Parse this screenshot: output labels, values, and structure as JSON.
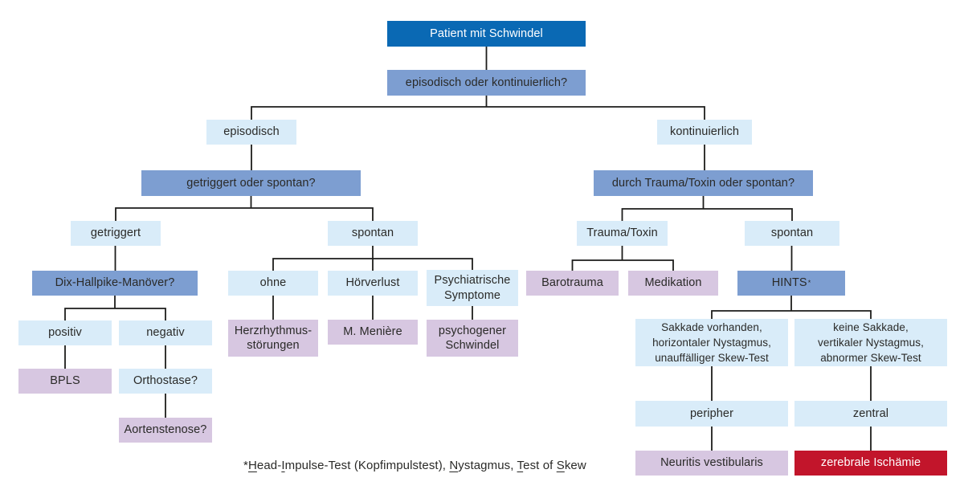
{
  "colors": {
    "start": "#0a69b4",
    "question": "#7d9ed1",
    "option": "#d9ecf9",
    "diagnosis": "#d7c7e1",
    "danger": "#c2152b",
    "line": "#1d1d1b",
    "ink": "#2a2a28"
  },
  "nodes": {
    "patient": {
      "label": "Patient mit Schwindel"
    },
    "q_verlauf": {
      "label": "episodisch oder kontinuierlich?"
    },
    "episodisch": {
      "label": "episodisch"
    },
    "kontinuierlich": {
      "label": "kontinuierlich"
    },
    "q_trigger": {
      "label": "getriggert oder spontan?"
    },
    "q_trauma": {
      "label": "durch Trauma/Toxin oder spontan?"
    },
    "getriggert": {
      "label": "getriggert"
    },
    "spontan_links": {
      "label": "spontan"
    },
    "trauma_toxin": {
      "label": "Trauma/Toxin"
    },
    "spontan_rechts": {
      "label": "spontan"
    },
    "dix_hallpike": {
      "label": "Dix-Hallpike-Manöver?"
    },
    "ohne": {
      "label": "ohne"
    },
    "hoerverlust": {
      "label": "Hörverlust"
    },
    "psychiatrische": {
      "label": "Psychiatrische\nSymptome"
    },
    "barotrauma": {
      "label": "Barotrauma"
    },
    "medikation": {
      "label": "Medikation"
    },
    "hints": {
      "label": "HINTS",
      "sup": "*"
    },
    "positiv": {
      "label": "positiv"
    },
    "negativ": {
      "label": "negativ"
    },
    "herzrhythmus": {
      "label": "Herzrhythmus-\nstörungen"
    },
    "meniere": {
      "label": "M. Menière"
    },
    "psychogener": {
      "label": "psychogener\nSchwindel"
    },
    "sakkade_peripher": {
      "label": "Sakkade vorhanden,\nhorizontaler Nystagmus,\nunauffälliger Skew-Test"
    },
    "sakkade_zentral": {
      "label": "keine Sakkade,\nvertikaler Nystagmus,\nabnormer Skew-Test"
    },
    "bpls": {
      "label": "BPLS"
    },
    "orthostase": {
      "label": "Orthostase?"
    },
    "peripher": {
      "label": "peripher"
    },
    "zentral": {
      "label": "zentral"
    },
    "aortenstenose": {
      "label": "Aortenstenose?"
    },
    "neuritis": {
      "label": "Neuritis vestibularis"
    },
    "ischaemie": {
      "label": "zerebrale Ischämie"
    }
  },
  "footnote": {
    "segments": [
      {
        "t": "*",
        "u": false
      },
      {
        "t": "H",
        "u": true
      },
      {
        "t": "ead-",
        "u": false
      },
      {
        "t": "I",
        "u": true
      },
      {
        "t": "mpulse-Test (Kopfimpulstest), ",
        "u": false
      },
      {
        "t": "N",
        "u": true
      },
      {
        "t": "ystagmus, ",
        "u": false
      },
      {
        "t": "T",
        "u": true
      },
      {
        "t": "est of ",
        "u": false
      },
      {
        "t": "S",
        "u": true
      },
      {
        "t": "kew",
        "u": false
      }
    ]
  }
}
